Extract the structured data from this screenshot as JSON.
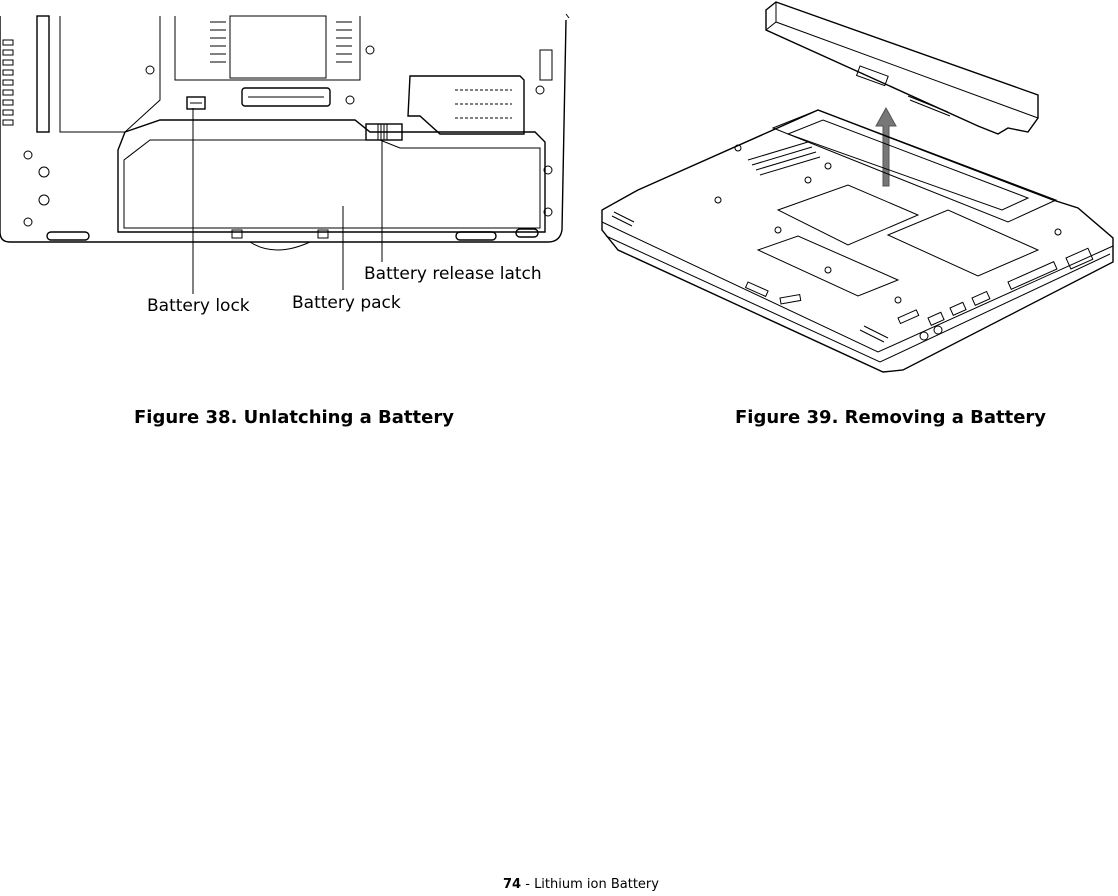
{
  "figures": [
    {
      "caption": "Figure 38.  Unlatching a Battery",
      "callouts": {
        "battery_lock": "Battery lock",
        "battery_pack": "Battery pack",
        "battery_release_latch": "Battery release latch"
      }
    },
    {
      "caption": "Figure 39.  Removing a Battery"
    }
  ],
  "footer": {
    "page_number": "74",
    "separator": " - ",
    "section": "Lithium ion Battery"
  }
}
